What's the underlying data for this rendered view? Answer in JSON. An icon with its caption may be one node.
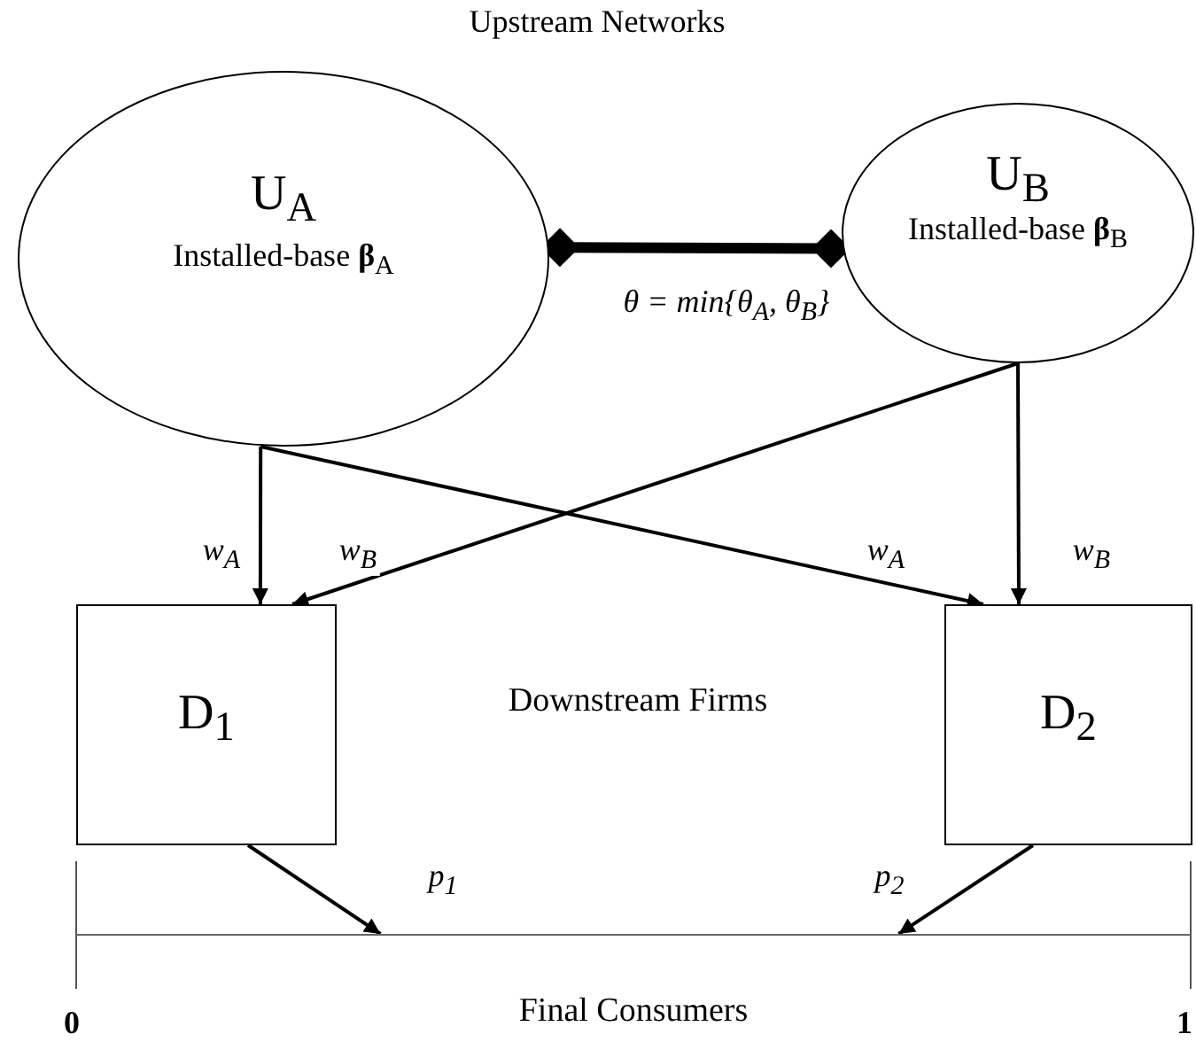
{
  "diagram": {
    "title": "Upstream Networks",
    "nodes": [
      {
        "text": [
          "U$_{A}$",
          "Installed-base **β**$_{A}$"
        ]
      },
      {
        "text": [
          "U$_{B}$",
          "Installed-base **β**$_{B}$"
        ]
      },
      {
        "text": [
          "D$_{1}$"
        ]
      },
      {
        "text": [
          "D$_{2}$"
        ]
      },
      {
        "text": [
          "Final Consumers"
        ]
      }
    ],
    "edges": [
      {
        "from": 0,
        "to": 1,
        "arrow": "other",
        "style": "thick",
        "label": "θ = min{θ$_{A}$, θ$_{B}$}"
      },
      {
        "from": 0,
        "to": 2,
        "arrow": "to",
        "label": "w$_{A}$"
      },
      {
        "from": 0,
        "to": 3,
        "arrow": "to",
        "label": "w$_{A}$"
      },
      {
        "from": 1,
        "to": 2,
        "arrow": "to",
        "label": "w$_{B}$"
      },
      {
        "from": 1,
        "to": 3,
        "arrow": "to",
        "label": "w$_{B}$"
      },
      {
        "from": 2,
        "to": 4,
        "arrow": "to",
        "label": "p$_{1}$"
      },
      {
        "from": 3,
        "to": 4,
        "arrow": "to",
        "label": "p$_{2}$"
      }
    ],
    "labels": [
      "Downstream Firms",
      "0",
      "1"
    ]
  }
}
